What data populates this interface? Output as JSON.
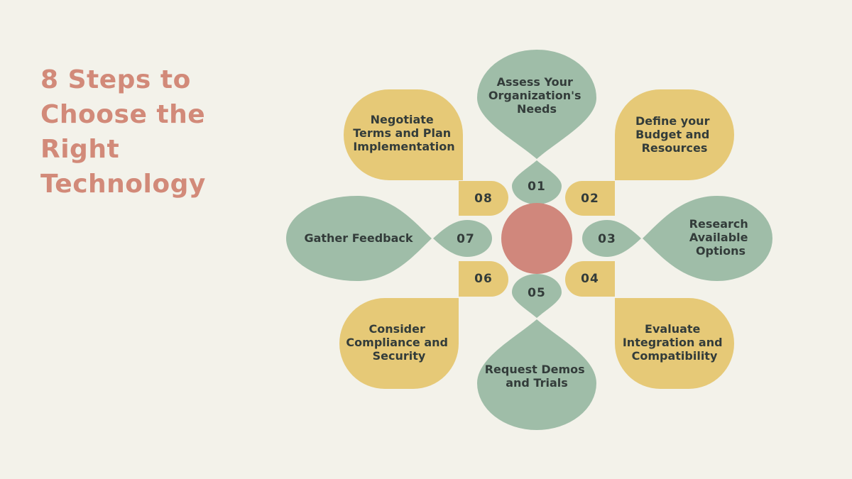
{
  "title": "8 Steps to\nChoose the\nRight\nTechnology",
  "colors": {
    "background": "#f3f2ea",
    "title": "#d28a79",
    "green": "#9fbda8",
    "yellow": "#e6c977",
    "center": "#d0877c",
    "text": "#333c3a"
  },
  "steps": [
    {
      "number": "01",
      "lines": [
        "Assess Your",
        "Organization's",
        "Needs"
      ]
    },
    {
      "number": "02",
      "lines": [
        "Define your",
        "Budget and",
        "Resources"
      ]
    },
    {
      "number": "03",
      "lines": [
        "Research",
        "Available",
        "Options"
      ]
    },
    {
      "number": "04",
      "lines": [
        "Evaluate",
        "Integration and",
        "Compatibility"
      ]
    },
    {
      "number": "05",
      "lines": [
        "Request Demos",
        "and Trials"
      ]
    },
    {
      "number": "06",
      "lines": [
        "Consider",
        "Compliance and",
        "Security"
      ]
    },
    {
      "number": "07",
      "lines": [
        "Gather Feedback"
      ]
    },
    {
      "number": "08",
      "lines": [
        "Negotiate",
        "Terms and Plan",
        "Implementation"
      ]
    }
  ]
}
